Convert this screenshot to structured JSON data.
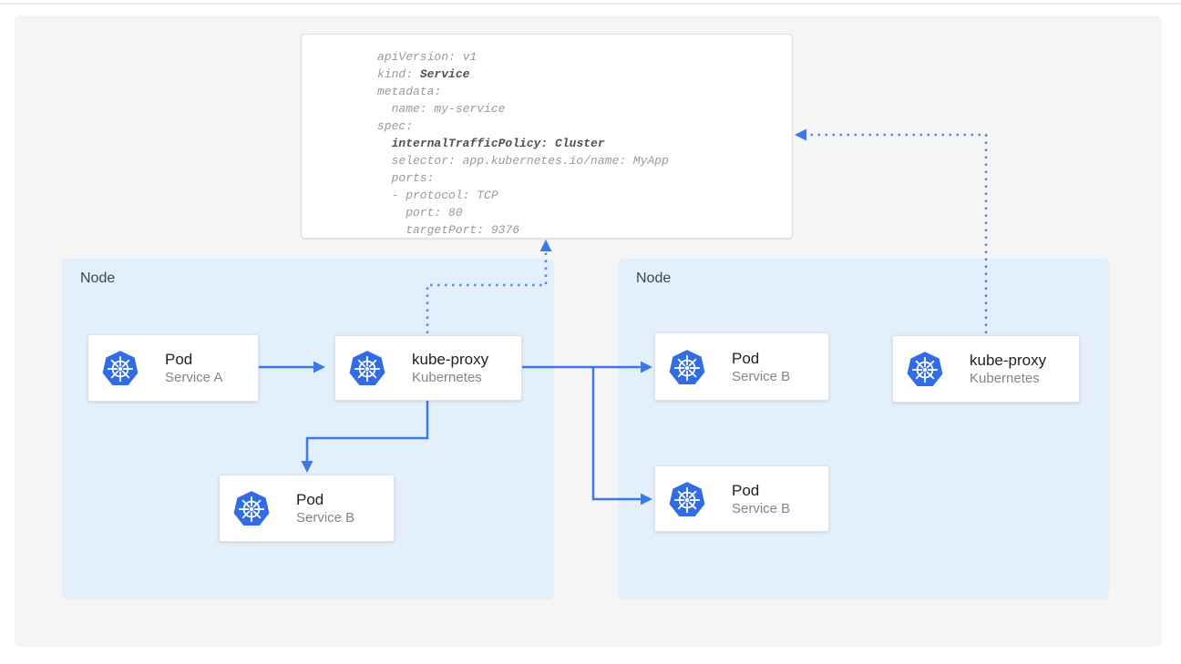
{
  "colors": {
    "node_background": "#e3f0fb",
    "panel_background": "#f5f5f6",
    "arrow_blue": "#3b78e8",
    "dotted_blue": "#4e86ee",
    "kubernetes_blue": "#326ce5",
    "card_title": "#202124",
    "card_subtitle": "#80868b",
    "code_regular": "#98999c",
    "code_bold": "#4d5156"
  },
  "code_box": {
    "lines": [
      {
        "pre": "apiVersion: v1",
        "bold": ""
      },
      {
        "pre": "kind: ",
        "bold": "Service"
      },
      {
        "pre": "metadata:",
        "bold": ""
      },
      {
        "pre": "  name: my-service",
        "bold": ""
      },
      {
        "pre": "spec:",
        "bold": ""
      },
      {
        "pre": "  ",
        "bold": "internalTrafficPolicy: Cluster"
      },
      {
        "pre": "  selector: app.kubernetes.io/name: MyApp",
        "bold": ""
      },
      {
        "pre": "  ports:",
        "bold": ""
      },
      {
        "pre": "  - protocol: TCP",
        "bold": ""
      },
      {
        "pre": "    port: 80",
        "bold": ""
      },
      {
        "pre": "    targetPort: 9376",
        "bold": ""
      }
    ]
  },
  "nodes": [
    {
      "label": "Node",
      "cards": [
        {
          "title": "Pod",
          "subtitle": "Service A"
        },
        {
          "title": "kube-proxy",
          "subtitle": "Kubernetes"
        },
        {
          "title": "Pod",
          "subtitle": "Service B"
        }
      ]
    },
    {
      "label": "Node",
      "cards": [
        {
          "title": "Pod",
          "subtitle": "Service B"
        },
        {
          "title": "kube-proxy",
          "subtitle": "Kubernetes"
        },
        {
          "title": "Pod",
          "subtitle": "Service B"
        }
      ]
    }
  ]
}
